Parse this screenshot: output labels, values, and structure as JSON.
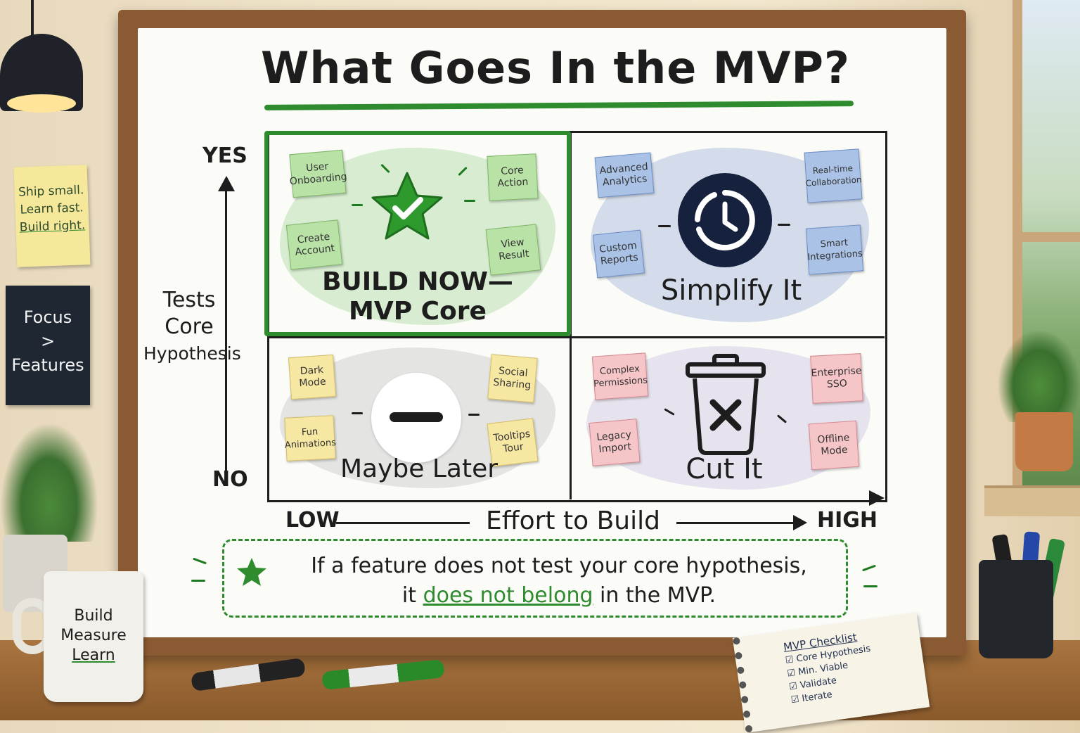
{
  "title": "What Goes In the MVP?",
  "axes": {
    "y_top": "YES",
    "y_bottom": "NO",
    "y_label_lines": [
      "Tests",
      "Core",
      "Hypothesis"
    ],
    "x_left": "LOW",
    "x_label": "Effort to Build",
    "x_right": "HIGH"
  },
  "quadrants": {
    "build_now": {
      "label_lines": [
        "BUILD NOW—",
        "MVP Core"
      ],
      "notes": [
        {
          "lines": [
            "User",
            "Onboarding"
          ],
          "color": "green"
        },
        {
          "lines": [
            "Core",
            "Action"
          ],
          "color": "green"
        },
        {
          "lines": [
            "Create",
            "Account"
          ],
          "color": "green"
        },
        {
          "lines": [
            "View",
            "Result"
          ],
          "color": "green"
        }
      ]
    },
    "simplify": {
      "label": "Simplify It",
      "notes": [
        {
          "lines": [
            "Advanced",
            "Analytics"
          ],
          "color": "blue"
        },
        {
          "lines": [
            "Real-time",
            "Collaboration"
          ],
          "color": "blue"
        },
        {
          "lines": [
            "Custom",
            "Reports"
          ],
          "color": "blue"
        },
        {
          "lines": [
            "Smart",
            "Integrations"
          ],
          "color": "blue"
        }
      ]
    },
    "maybe_later": {
      "label": "Maybe Later",
      "notes": [
        {
          "lines": [
            "Dark",
            "Mode"
          ],
          "color": "yellow"
        },
        {
          "lines": [
            "Social",
            "Sharing"
          ],
          "color": "yellow"
        },
        {
          "lines": [
            "Fun",
            "Animations"
          ],
          "color": "yellow"
        },
        {
          "lines": [
            "Tooltips",
            "Tour"
          ],
          "color": "yellow"
        }
      ]
    },
    "cut": {
      "label": "Cut It",
      "notes": [
        {
          "lines": [
            "Complex",
            "Permissions"
          ],
          "color": "pink"
        },
        {
          "lines": [
            "Enterprise",
            "SSO"
          ],
          "color": "pink"
        },
        {
          "lines": [
            "Legacy",
            "Import"
          ],
          "color": "pink"
        },
        {
          "lines": [
            "Offline",
            "Mode"
          ],
          "color": "pink"
        }
      ]
    }
  },
  "callout": {
    "line1": "If a feature does not test your core hypothesis,",
    "line2_pre": "it ",
    "line2_em": "does not belong",
    "line2_post": " in the MVP."
  },
  "wall_note": {
    "lines": [
      "Ship small.",
      "Learn fast.",
      "Build right."
    ]
  },
  "blackboard": {
    "lines": [
      "Focus",
      ">",
      "Features"
    ]
  },
  "mug": {
    "lines": [
      "Build",
      "Measure",
      "Learn"
    ]
  },
  "notebook": {
    "title": "MVP Checklist",
    "items": [
      "Core Hypothesis",
      "Min. Viable",
      "Validate",
      "Iterate"
    ]
  },
  "colors": {
    "accent_green": "#2e8b2e",
    "note_green": "#b9e2a7",
    "note_blue": "#a9c2e6",
    "note_yellow": "#f6e7a3",
    "note_pink": "#f5c5c8",
    "clock_navy": "#16213e"
  },
  "icons": {
    "build_now": "star-check-icon",
    "simplify": "clock-icon",
    "maybe_later": "minus-circle-icon",
    "cut": "trash-x-icon",
    "callout": "star-icon"
  }
}
